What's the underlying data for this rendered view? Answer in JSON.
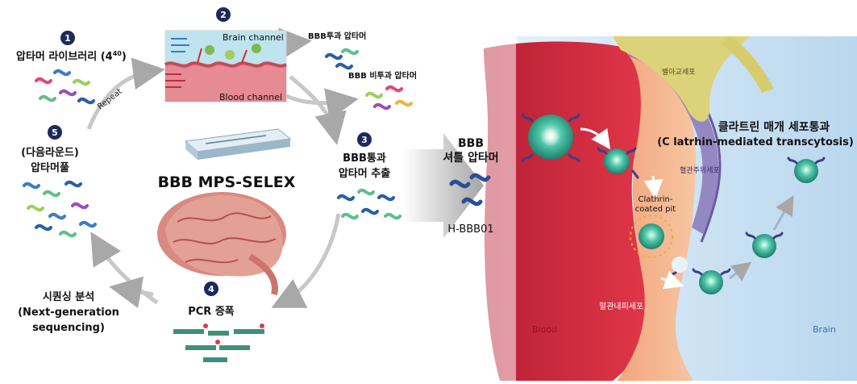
{
  "left": {
    "step1": {
      "num": "1",
      "label": "압타머 라이브러리 (4",
      "sup": "40",
      "close": ")"
    },
    "step2": {
      "num": "2",
      "brain_channel": "Brain channel",
      "blood_channel": "Blood channel"
    },
    "step3": {
      "num": "3",
      "line1": "BBB통과",
      "line2": "압타머 추출"
    },
    "step4": {
      "num": "4",
      "label": "PCR 증폭"
    },
    "step5": {
      "num": "5",
      "line1": "(다음라운드)",
      "line2": "압타머풀"
    },
    "sequencing": {
      "line1": "시퀀싱 분석",
      "line2": "(Next-generation",
      "line3": "sequencing)"
    },
    "repeat": "Repeat",
    "bbb_pass": "BBB투과 압타머",
    "bbb_nonpass": "BBB 비투과 압타머",
    "title": "BBB MPS-SELEX"
  },
  "middle": {
    "line1": "BBB",
    "line2": "셔틀 압타머",
    "name": "H-BBB01"
  },
  "right": {
    "astrocyte": "별아교세포",
    "pericyte": "혈관주위세포",
    "endothelial": "혈관내피세포",
    "clathrin_title": "클라트린 매개 세포통과",
    "clathrin_sub": "(C latrhin-mediated transcytosis)",
    "pit_line1": "Clathrin-",
    "pit_line2": "coated pit",
    "blood": "Blood",
    "brain": "Brain"
  },
  "colors": {
    "blood_red": "#d42a3c",
    "brain_blue": "#cfe3f3",
    "astrocyte_yellow": "#dcd27a",
    "pericyte_purple": "#8a78b8",
    "nanoparticle_teal": "#2ca68e",
    "badge_navy": "#1b2a5c"
  }
}
